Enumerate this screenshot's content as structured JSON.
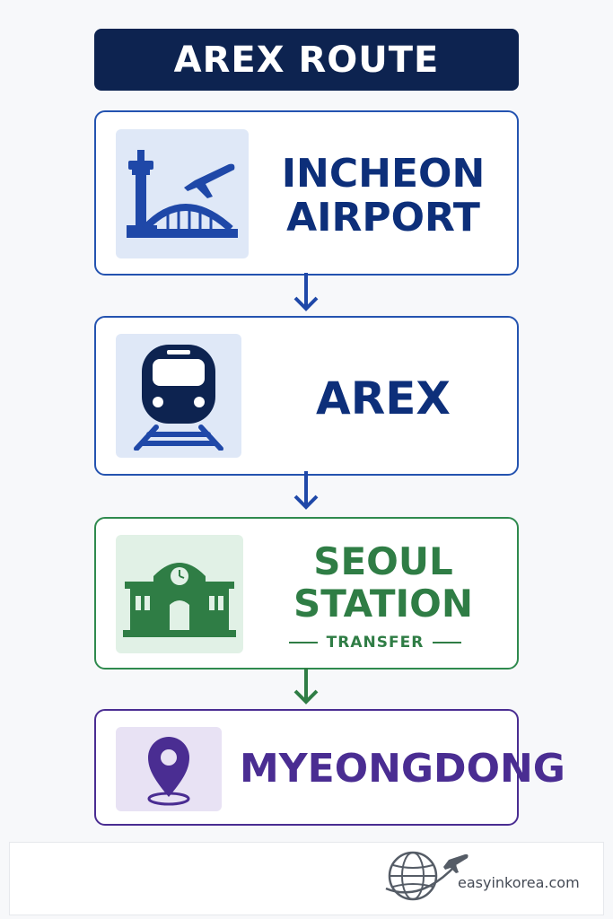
{
  "title": "AREX ROUTE",
  "steps": [
    {
      "label_line1": "INCHEON",
      "label_line2": "AIRPORT",
      "icon": "airport-icon",
      "color": "#0d2f7a"
    },
    {
      "label": "AREX",
      "icon": "train-icon",
      "color": "#0d2f7a"
    },
    {
      "label_line1": "SEOUL",
      "label_line2": "STATION",
      "sublabel": "TRANSFER",
      "icon": "station-icon",
      "color": "#2f7d45"
    },
    {
      "label": "MYEONGDONG",
      "icon": "location-pin-icon",
      "color": "#4a2d92"
    }
  ],
  "footer": {
    "brand": "easyinkorea.com",
    "icon": "globe-plane-icon"
  },
  "colors": {
    "navy": "#0d2350",
    "blue": "#2453b0",
    "green": "#2f8a4e",
    "purple": "#4a2d92"
  }
}
